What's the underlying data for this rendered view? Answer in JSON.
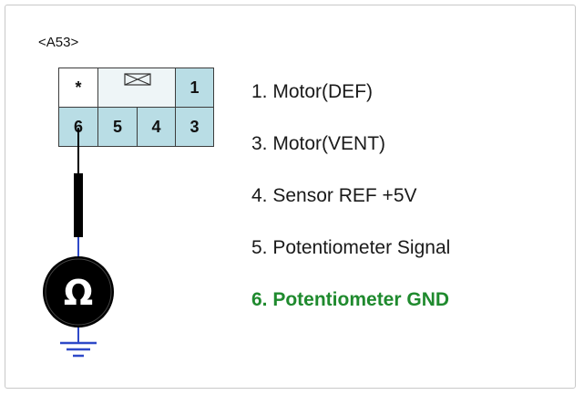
{
  "connector": {
    "name": "<A53>",
    "top_row": [
      "*",
      "",
      "1"
    ],
    "bottom_row": [
      "6",
      "5",
      "4",
      "3"
    ]
  },
  "pins": [
    {
      "label": "1. Motor(DEF)",
      "highlight": false
    },
    {
      "label": "3. Motor(VENT)",
      "highlight": false
    },
    {
      "label": "4. Sensor REF +5V",
      "highlight": false
    },
    {
      "label": "5. Potentiometer Signal",
      "highlight": false
    },
    {
      "label": "6. Potentiometer GND",
      "highlight": true
    }
  ],
  "meter": {
    "symbol": "Ω"
  },
  "colors": {
    "teal": "#b9dde5",
    "highlight": "#1f8a2e",
    "wire": "#2e49c8"
  },
  "icons": {
    "blank_pin": "crossed-box-icon",
    "meter": "ohmmeter-icon",
    "ground": "ground-icon"
  }
}
